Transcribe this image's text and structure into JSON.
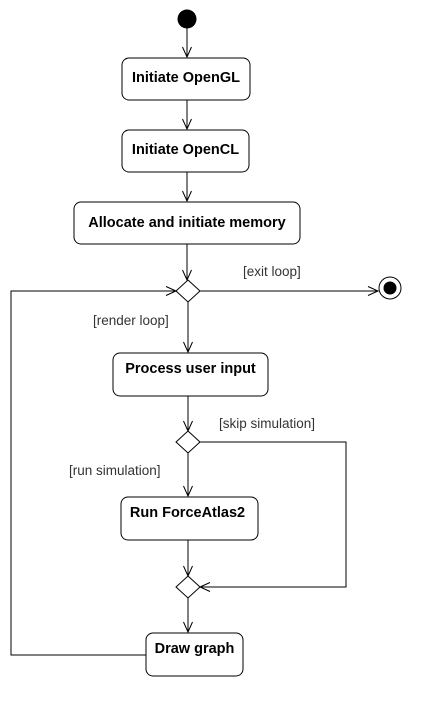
{
  "actions": {
    "init_opengl": "Initiate OpenGL",
    "init_opencl": "Initiate OpenCL",
    "allocate_memory": "Allocate and initiate memory",
    "process_input": "Process user input",
    "run_forceatlas": "Run ForceAtlas2",
    "draw_graph": "Draw graph"
  },
  "guards": {
    "exit_loop": "[exit loop]",
    "render_loop": "[render loop]",
    "skip_simulation": "[skip simulation]",
    "run_simulation": "[run simulation]"
  }
}
